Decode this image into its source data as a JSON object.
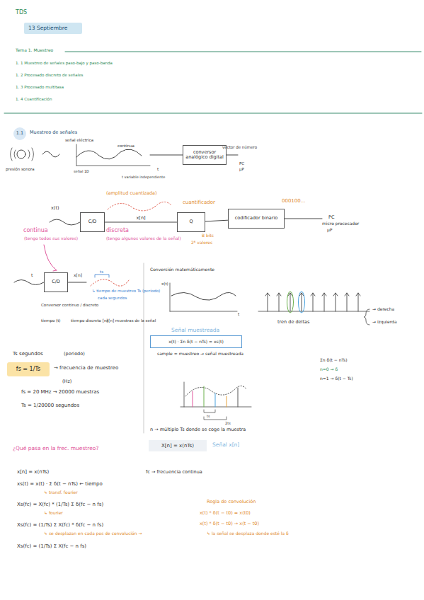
{
  "diagram": {
    "nodes": [
      {
        "text": [
          "13 Septiembre"
        ]
      },
      {
        "text": [
          "1.1"
        ]
      },
      {
        "text": [
          "conversor analógico digital"
        ]
      },
      {
        "text": [
          "C/D"
        ]
      },
      {
        "text": [
          "Q"
        ]
      },
      {
        "text": [
          "codificador binario"
        ]
      },
      {
        "text": [
          "C/D"
        ]
      },
      {
        "text": [
          "fs = 1/Ts"
        ]
      },
      {
        "text": [
          "x(t) · Σn δ(t − nTs) = xs(t)"
        ]
      },
      {
        "text": [
          "X[n] = x(nTs)"
        ]
      }
    ],
    "edges": [
      {
        "from": 3,
        "to": 4,
        "label": "x[n]",
        "arrow": "none"
      },
      {
        "from": 4,
        "to": 5,
        "arrow": "none"
      }
    ],
    "labels": [
      "TDS",
      "Tema 1. Muestreo",
      "1. 1   Muestreo de señales paso-bajo y paso-banda",
      "1. 2   Procesado discreto de señales",
      "1. 3   Procesado multitasa",
      "1. 4   Cuantificación",
      "Muestreo de señales",
      "presión sonora",
      "señal eléctrica",
      "continua",
      "señal 1D",
      "t",
      "t variable independiente",
      "vector de número",
      "PC",
      "µP",
      "(amplitud cuantizada)",
      "cuantificador",
      "000100...",
      "x(t)",
      "B bits",
      "2ᴮ valores",
      "PC",
      "micro procesador",
      "µP",
      "continua",
      "(tengo todos sus valores)",
      "discreta",
      "(tengo algunos valores de la señal)",
      "t",
      "x[n]",
      "ts",
      "↳ tiempo de muestreo Ts (período)",
      "cada segundos",
      "Conversor continuo / discreto",
      "tiempo (t)",
      "tiempo discreto [n]",
      "x[n] muestras de la señal",
      "Ts segundos",
      "(periodo)",
      "→ frecuencia de muestreo",
      "(Hz)",
      "fs = 20 MHz → 20000 muestras",
      "Ts = 1/20000 segundos",
      "Conversión matemáticamente",
      "x(t)",
      "t",
      "tren de deltas",
      "→ derecha",
      "→ izquierda",
      "Señal muestreada",
      "sample = muestreo → señal muestreada",
      "Σn δ(t − nTs)",
      "n=0 → δ",
      "n=1 → δ(t − Ts)",
      "ts",
      "2ts",
      "n → múltiplo Ts donde se coge la muestra",
      "Señal x[n]",
      "¿Qué pasa en la frec. muestreo?",
      "x[n] = x(nTs)",
      "xs(t) = x(t) · Σ δ(t − nTs) ← tiempo",
      "↳ transf. fourier",
      "Xs(fc) = X(fc) * (1/Ts) Σ δ(fc − n fs)",
      "↳ fourier",
      "Xs(fc) = (1/Ts) Σ X(fc) * δ(fc − n fs)",
      "↳ se desplazan en cada pos de convolución →",
      "Xs(fc) = (1/Ts) Σ X(fc − n fs)",
      "fc → frecuencia continua",
      "Regla de convolución",
      "x(t) * δ(t − t0) = x(t0)",
      "x(t) * δ(t − t0) → x(t − t0)",
      "↳ la señal se desplaza donde esté la δ"
    ]
  }
}
